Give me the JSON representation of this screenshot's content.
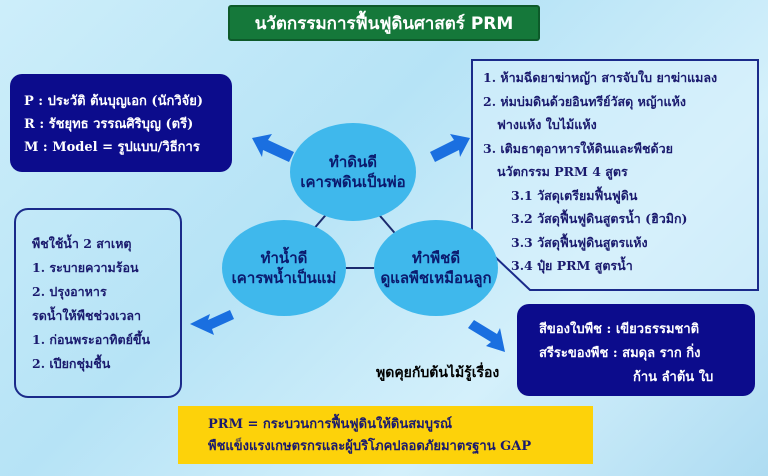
{
  "title": "นวัตกรรมการฟื้นฟูดินศาสตร์ PRM",
  "team_box": [
    "P : ประวัติ ต้นบุญเอก (นักวิจัย)",
    "R : รัชยุทธ วรรณศิริบุญ (ตรี)",
    "M : Model = รูปแบบ/วิธีการ"
  ],
  "soil_box": [
    "1. ห้ามฉีดยาฆ่าหญ้า สารจับใบ ยาฆ่าแมลง",
    "2. ห่มบ่มดินด้วยอินทรีย์วัสดุ หญ้าแห้ง",
    "ฟางแห้ง ใบไม้แห้ง",
    "3. เติมธาตุอาหารให้ดินและพืชด้วย",
    "นวัตกรรม PRM 4 สูตร",
    "3.1 วัสดุเตรียมฟื้นฟูดิน",
    "3.2 วัสดุฟื้นฟูดินสูตรน้ำ (ฮิวมิก)",
    "3.3 วัสดุฟื้นฟูดินสูตรแห้ง",
    "3.4 ปุ๋ย PRM สูตรน้ำ"
  ],
  "water_box": [
    "พืชใช้น้ำ 2 สาเหตุ",
    "1. ระบายความร้อน",
    "2. ปรุงอาหาร",
    "รดน้ำให้พืชช่วงเวลา",
    "1. ก่อนพระอาทิตย์ขึ้น",
    "2. เปียกชุ่มชื้น"
  ],
  "plant_box": [
    "สีของใบพืช : เขียวธรรมชาติ",
    "สรีระของพืช : สมดุล ราก กิ่ง",
    "ก้าน ลำต้น ใบ"
  ],
  "summary_box": [
    "PRM = กระบวนการฟื้นฟูดินให้ดินสมบูรณ์",
    "พืชแข็งแรงเกษตรกรและผู้บริโภคปลอดภัยมาตรฐาน  GAP"
  ],
  "circles": {
    "soil": [
      "ทำดินดี",
      "เคารพดินเป็นพ่อ"
    ],
    "water": [
      "ทำน้ำดี",
      "เคารพน้ำเป็นแม่"
    ],
    "plant": [
      "ทำพืชดี",
      "ดูแลพืชเหมือนลูก"
    ]
  },
  "talk_label": "พูดคุยกับต้นไม้รู้เรื่อง",
  "colors": {
    "navy": "#0c0c8c",
    "circle": "#3fb8ec",
    "arrow": "#1a6fe0",
    "title_bg": "#15783a",
    "summary_bg": "#fdd20a"
  }
}
